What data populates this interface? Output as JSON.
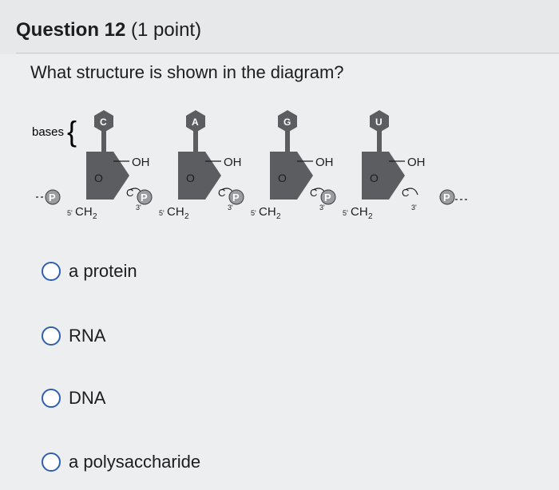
{
  "question": {
    "title_number": "Question 12",
    "title_points": " (1 point)",
    "prompt": "What structure is shown in the diagram?"
  },
  "diagram": {
    "bases_label": "bases",
    "base_letters": [
      "C",
      "A",
      "G",
      "U"
    ],
    "oh_label": "OH",
    "o_label": "O",
    "p_label": "P",
    "ch2_label": "CH",
    "ch2_sub": "2",
    "five_prime": "5'",
    "three_prime": "3'",
    "c_label": "C",
    "fill_color": "#5b5d61"
  },
  "options": [
    {
      "label": "a protein"
    },
    {
      "label": "RNA"
    },
    {
      "label": "DNA"
    },
    {
      "label": "a polysaccharide"
    }
  ]
}
